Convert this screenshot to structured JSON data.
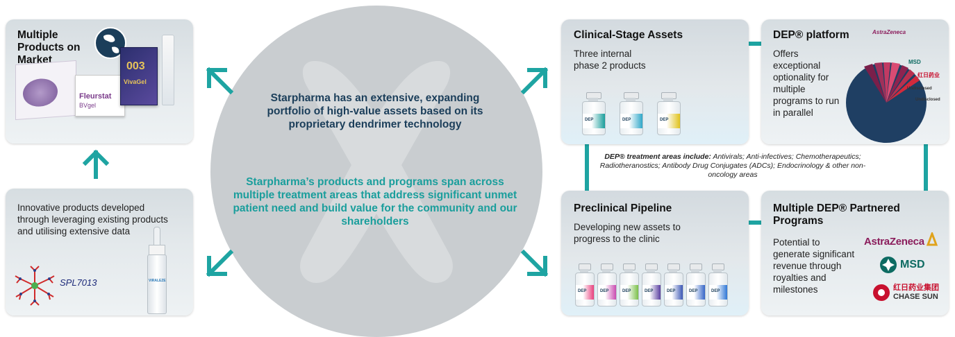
{
  "center": {
    "statement1": "Starpharma has an extensive, expanding portfolio of high-value assets based on its proprietary dendrimer technology",
    "statement2": "Starpharma’s products and programs span across multiple treatment areas that address significant unmet patient need and build value for the community and our shareholders"
  },
  "cards": {
    "market": {
      "title": "Multiple Products on Market",
      "products": [
        "Fleurstat",
        "BVgel",
        "003",
        "VivaGel"
      ]
    },
    "innovative": {
      "text": "Innovative products developed through leveraging existing products and utilising extensive data",
      "molecule": "SPL7013",
      "spray_label": "VIRALEZE"
    },
    "clinical": {
      "title": "Clinical-Stage Assets",
      "text": "Three internal phase 2 products",
      "vial_labels": [
        "DEP",
        "DEP",
        "DEP"
      ]
    },
    "platform": {
      "title": "DEP® platform",
      "text": "Offers exceptional optionality for multiple programs to run in parallel",
      "pie_labels": [
        "AstraZeneca",
        "MSD",
        "红日药业",
        "Undisclosed",
        "Undisclosed"
      ]
    },
    "preclinical": {
      "title": "Preclinical Pipeline",
      "text": "Developing new assets to progress to the clinic",
      "vial_labels": [
        "DEP",
        "DEP",
        "DEP",
        "DEP",
        "DEP",
        "DEP",
        "DEP"
      ]
    },
    "partnered": {
      "title": "Multiple DEP® Partnered Programs",
      "text": "Potential to generate significant revenue through royalties and milestones",
      "logos": [
        "AstraZeneca",
        "MSD",
        "红日药业集团",
        "CHASE SUN"
      ]
    }
  },
  "dep_note": {
    "lead": "DEP® treatment areas include:",
    "body": " Antivirals; Anti-infectives; Chemotherapeutics; Radiotheranostics; Antibody Drug Conjugates (ADCs); Endocrinology & other non-oncology areas"
  },
  "colors": {
    "teal": "#1ea4a2",
    "navy": "#1b3e5a",
    "circle": "#c9cdd0"
  }
}
